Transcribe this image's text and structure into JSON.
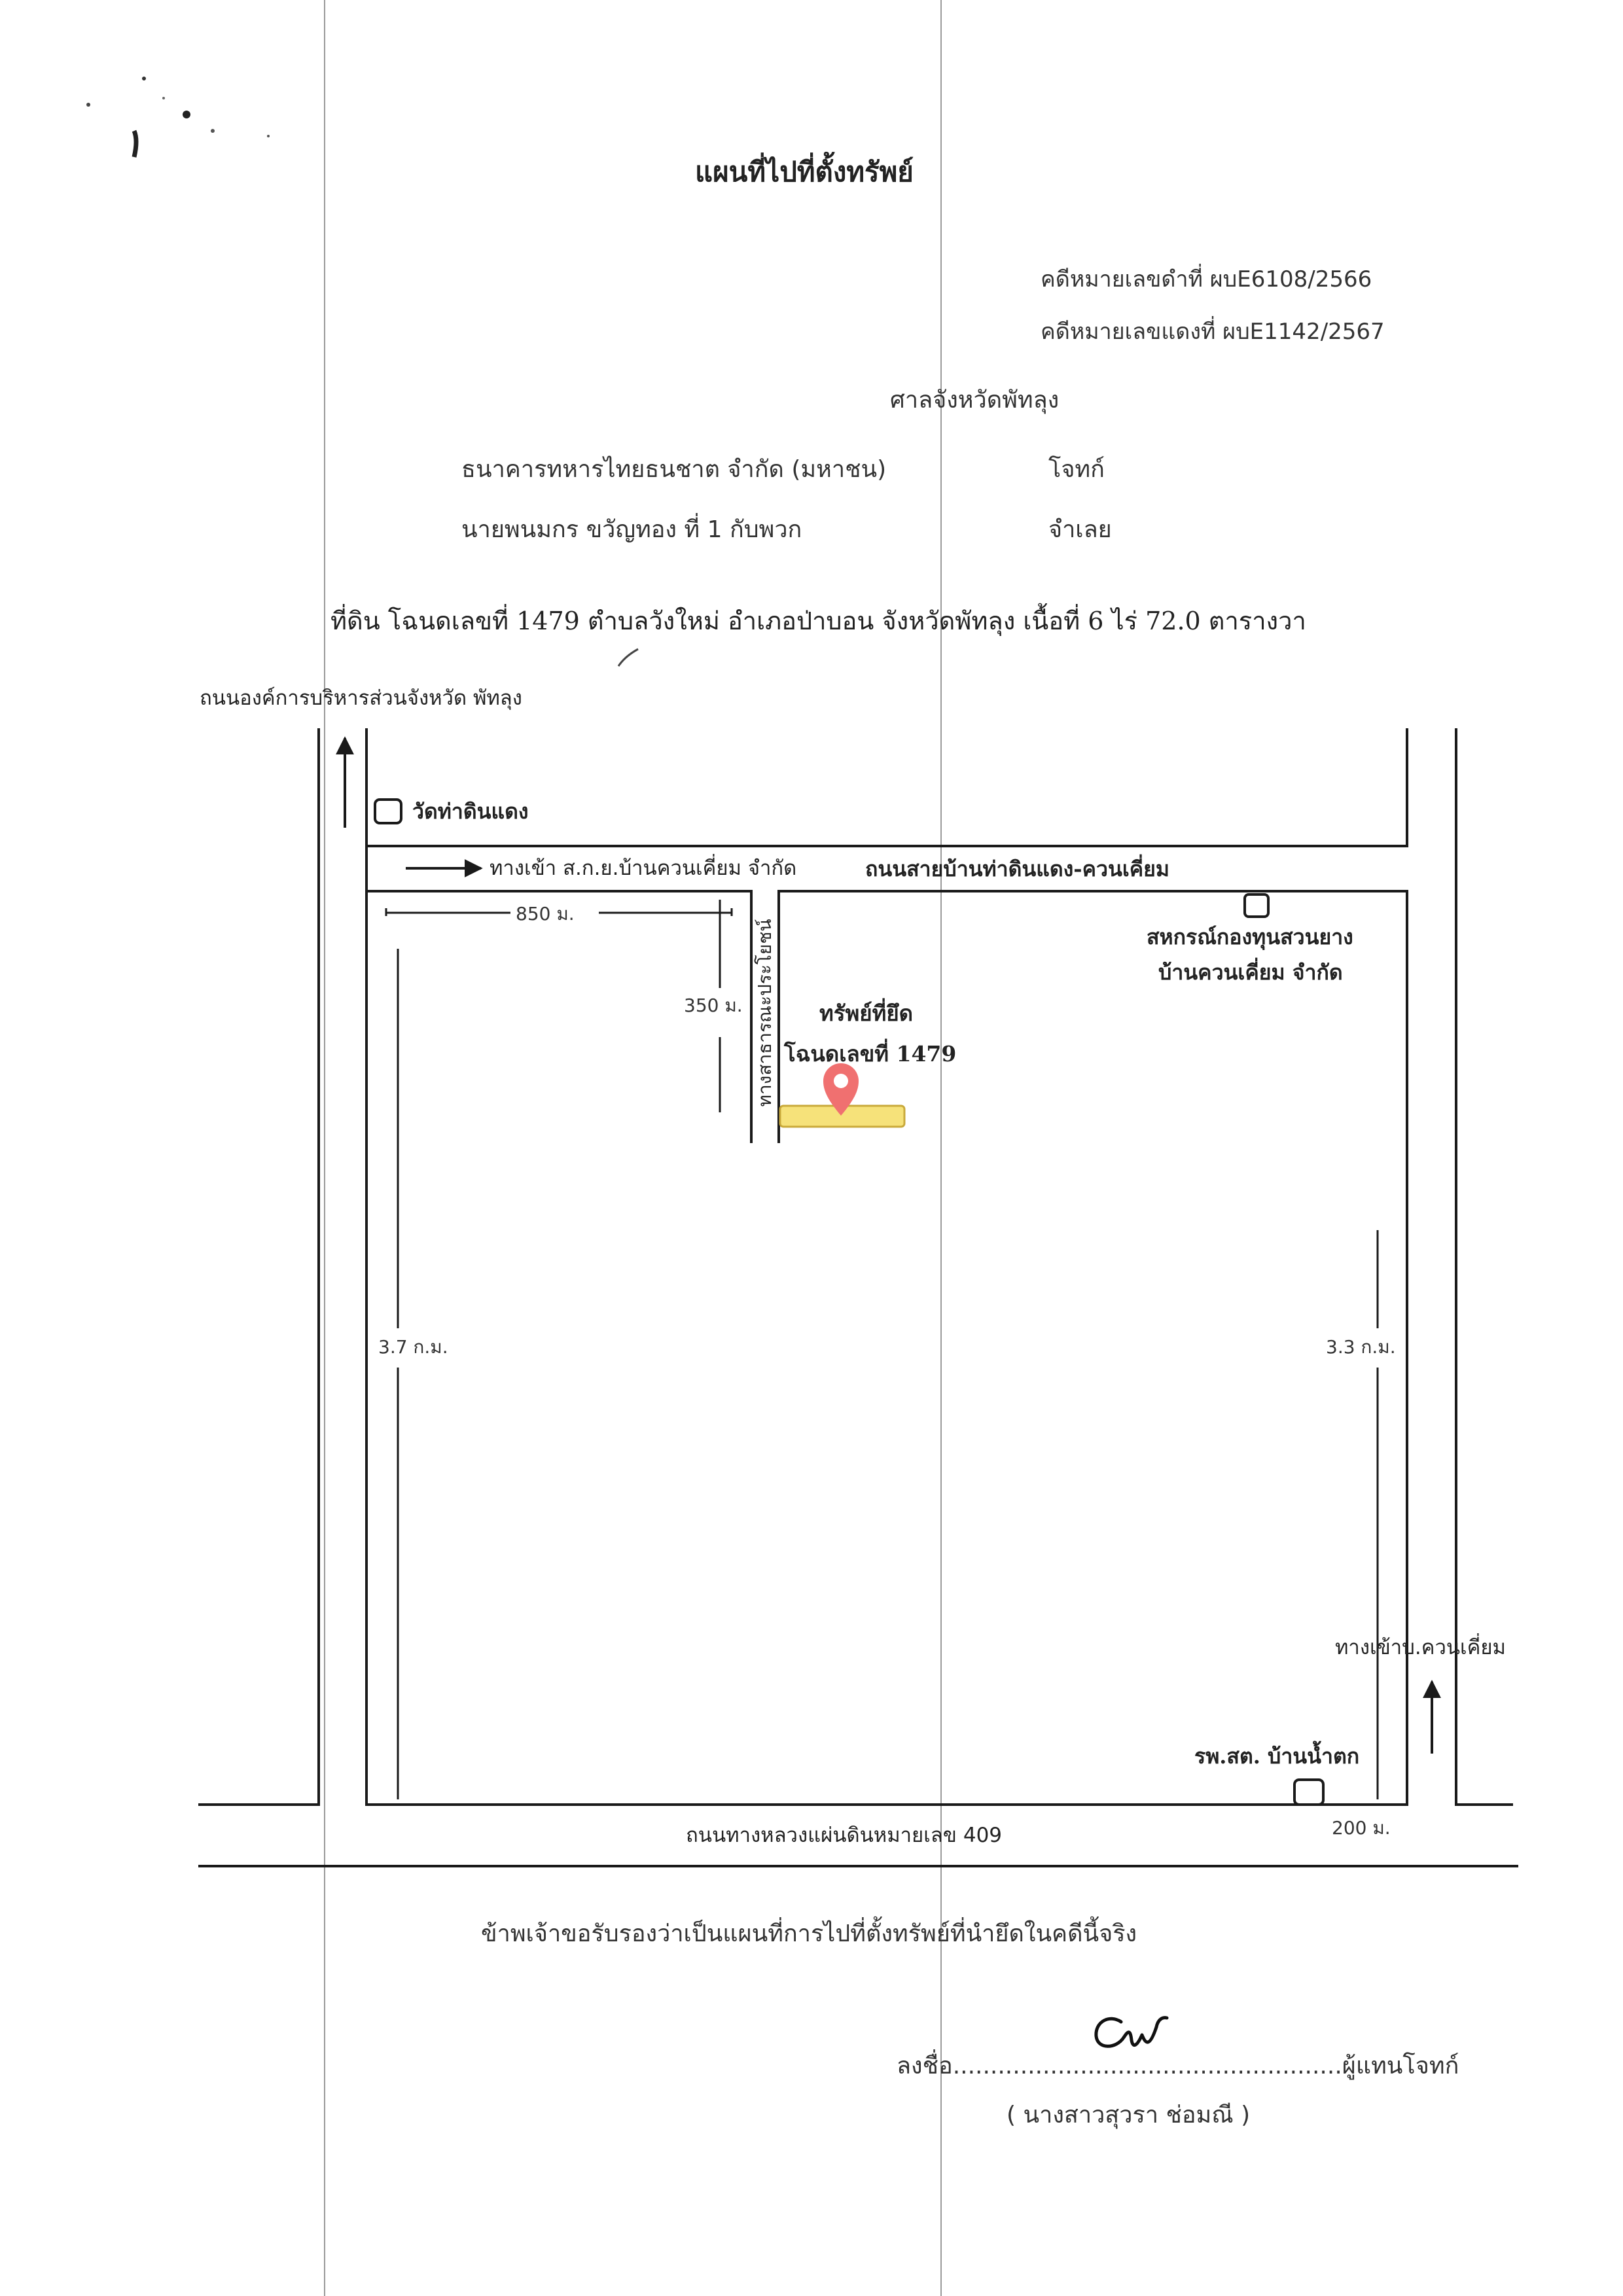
{
  "document": {
    "title": "แผนที่ไปที่ตั้งทรัพย์",
    "black_case_no": "คดีหมายเลขดำที่  ผบE6108/2566",
    "red_case_no": "คดีหมายเลขแดงที่  ผบE1142/2567",
    "court": "ศาลจังหวัดพัทลุง",
    "plaintiff_name": "ธนาคารทหารไทยธนชาต จำกัด (มหาชน)",
    "plaintiff_role": "โจทก์",
    "defendant_name": "นายพนมกร ขวัญทอง  ที่ 1  กับพวก",
    "defendant_role": "จำเลย",
    "land_description": "ที่ดิน โฉนดเลขที่ 1479  ตำบลวังใหม่  อำเภอป่าบอน  จังหวัดพัทลุง  เนื้อที่ 6 ไร่ 72.0 ตารางวา"
  },
  "map": {
    "labels": {
      "provincial_road": "ถนนองค์การบริหารส่วนจังหวัด พัทลุง",
      "temple": "วัดท่าดินแดง",
      "coop_entrance": "ทางเข้า ส.ก.ย.บ้านควนเคี่ยม จำกัด",
      "village_road": "ถนนสายบ้านท่าดินแดง-ควนเคี่ยม",
      "public_lane": "ทางสาธารณะประโยชน์",
      "cooperative_line1": "สหกรณ์กองทุนสวนยาง",
      "cooperative_line2": "บ้านควนเคี่ยม จำกัด",
      "property_line1": "ทรัพย์ที่ยึด",
      "property_line2": "โฉนดเลขที่ 1479",
      "khuan_khiam_entrance": "ทางเข้าบ.ควนเคี่ยม",
      "health_hospital": "รพ.สต. บ้านน้ำตก",
      "highway": "ถนนทางหลวงแผ่นดินหมายเลข 409"
    },
    "distances": {
      "d850": "850 ม.",
      "d350": "350 ม.",
      "d37": "3.7 ก.ม.",
      "d33": "3.3 ก.ม.",
      "d200": "200 ม."
    },
    "colors": {
      "line": "#1a1a1a",
      "marker": "#f07070",
      "parcel_fill": "#f6e27a",
      "parcel_stroke": "#c9a93a"
    }
  },
  "footer": {
    "certification": "ข้าพเจ้าขอรับรองว่าเป็นแผนที่การไปที่ตั้งทรัพย์ที่นำยึดในคดีนี้จริง",
    "sign_prefix": "ลงชื่อ",
    "sign_dots": "....................................................",
    "sign_suffix": "ผู้แทนโจทก์",
    "signer_name": "( นางสาวสุวรา ช่อมณี )"
  }
}
